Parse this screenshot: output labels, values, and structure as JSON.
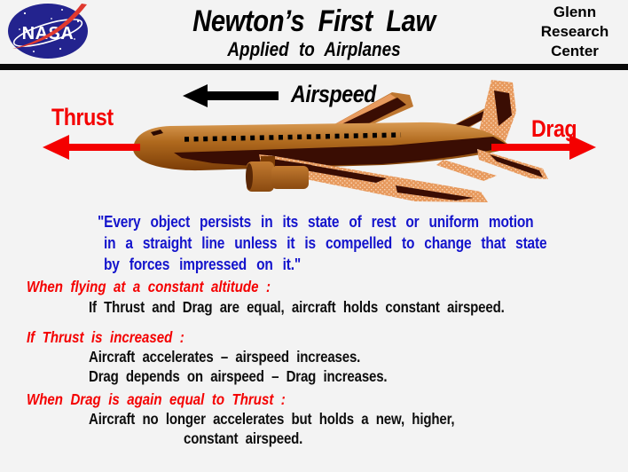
{
  "header": {
    "logo_text": "NASA",
    "title": "Newton’s First Law",
    "subtitle": "Applied to Airplanes",
    "org_lines": [
      "Glenn",
      "Research",
      "Center"
    ]
  },
  "diagram": {
    "thrust_label": "Thrust",
    "airspeed_label": "Airspeed",
    "drag_label": "Drag"
  },
  "quote": {
    "lines": [
      "\"Every object persists in its state of rest or uniform motion",
      "in a straight line unless it is compelled to change  that state",
      "by forces impressed on it.\""
    ]
  },
  "sections": [
    {
      "heading": "When flying at a constant altitude :",
      "lines": [
        "If Thrust and Drag are equal, aircraft holds constant airspeed."
      ]
    },
    {
      "heading": "If Thrust is increased :",
      "lines": [
        "Aircraft accelerates –  airspeed increases.",
        "Drag depends on airspeed – Drag increases."
      ]
    },
    {
      "heading": "When Drag is again equal to Thrust :",
      "lines": [
        "Aircraft  no longer accelerates but holds a new, higher,",
        "constant airspeed."
      ]
    }
  ],
  "colors": {
    "accent_red": "#f40000",
    "quote_blue": "#1414cc",
    "rule_black": "#0a0a0a",
    "background": "#f3f3f3",
    "logo_blue": "#23238e",
    "logo_swoosh_red": "#e0392f",
    "fuselage_brown": "#b06a1e",
    "wing_tan": "#e79a5e",
    "dark_brown": "#3a0d03"
  }
}
